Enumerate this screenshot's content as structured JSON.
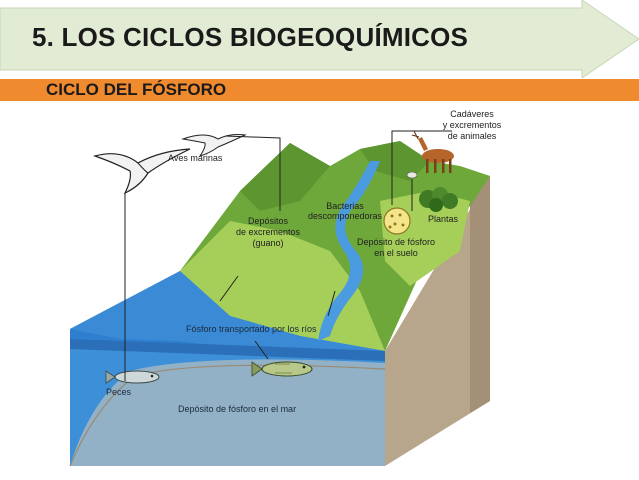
{
  "header": {
    "title": "5. LOS CICLOS BIOGEOQUÍMICOS",
    "subtitle": "CICLO DEL FÓSFORO",
    "arrow_color": "#e2ecd4",
    "bar_color": "#f08a2e"
  },
  "diagram": {
    "labels": {
      "aves": "Aves marinas",
      "depositos_1": "Depósitos",
      "depositos_2": "de excrementos",
      "depositos_3": "(guano)",
      "cadaveres_1": "Cadáveres",
      "cadaveres_2": "y excrementos",
      "cadaveres_3": "de animales",
      "bacterias_1": "Bacterias",
      "bacterias_2": "descomponedoras",
      "plantas": "Plantas",
      "suelo_1": "Depósito de fósforo",
      "suelo_2": "en el suelo",
      "rios": "Fósforo transportado por los ríos",
      "peces": "Peces",
      "mar": "Depósito de fósforo en el mar"
    },
    "colors": {
      "grass_light": "#a6cf5a",
      "grass_dark": "#6fa83a",
      "soil": "#b7a58c",
      "water_top": "#2e7fcf",
      "water_side": "#3d8fd8",
      "river": "#4a9be0"
    }
  }
}
